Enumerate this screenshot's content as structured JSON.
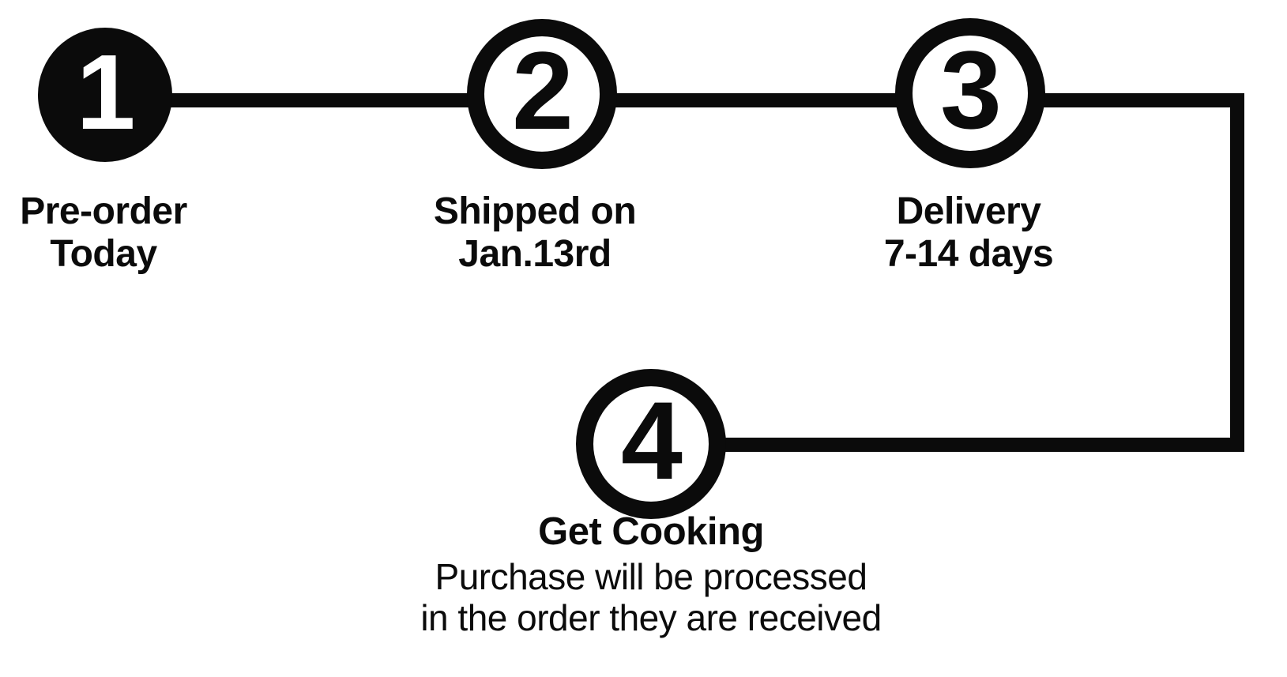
{
  "colors": {
    "ink": "#0b0b0b",
    "background": "#ffffff",
    "step1_number_color": "#ffffff"
  },
  "steps": [
    {
      "number": "1",
      "style": "filled-circle",
      "label_lines": [
        "Pre-order",
        "Today"
      ]
    },
    {
      "number": "2",
      "style": "outlined-circle",
      "label_lines": [
        "Shipped on",
        "Jan.13rd"
      ]
    },
    {
      "number": "3",
      "style": "outlined-circle",
      "label_lines": [
        "Delivery",
        "7-14 days"
      ]
    },
    {
      "number": "4",
      "style": "outlined-circle",
      "label_lines": [
        "Get Cooking"
      ],
      "caption_lines": [
        "Purchase will be processed",
        "in the order they are received"
      ]
    }
  ]
}
